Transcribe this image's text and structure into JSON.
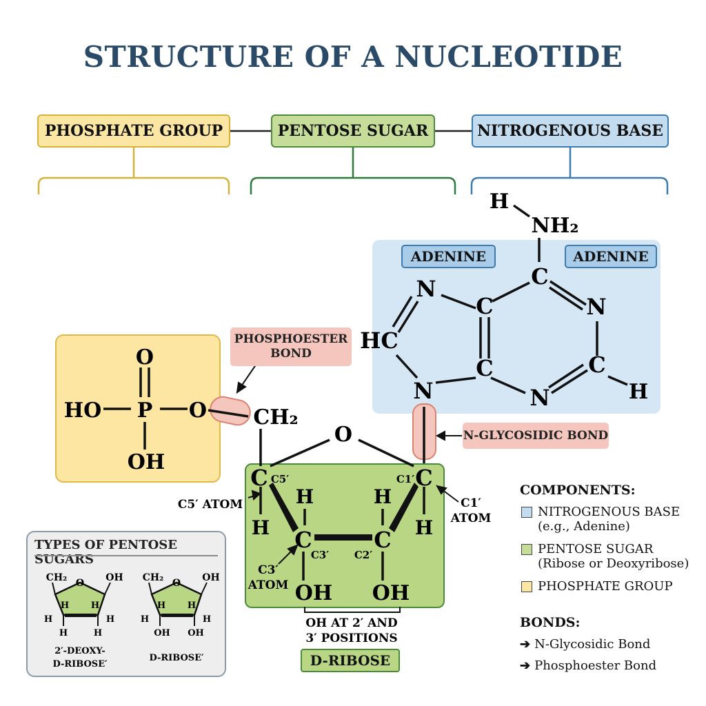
{
  "title": "STRUCTURE OF A NUCLEOTIDE",
  "headers": {
    "phosphate": "PHOSPHATE GROUP",
    "sugar": "PENTOSE SUGAR",
    "base": "NITROGENOUS BASE"
  },
  "tags": {
    "phosphoester_line1": "PHOSPHOESTER",
    "phosphoester_line2": "BOND",
    "glycosidic": "N-GLYCOSIDIC BOND",
    "adenine_left": "ADENINE",
    "adenine_right": "ADENINE",
    "dribose": "D-RIBOSE"
  },
  "atoms": {
    "phosphate": {
      "o_top": "O",
      "ho": "HO",
      "p": "P",
      "o_right": "O",
      "oh": "OH"
    },
    "sugar": {
      "ch2": "CH₂",
      "ring_o": "O",
      "c5": "C",
      "c5_sub": "C5′",
      "c1": "C",
      "c1_sub": "C1′",
      "h": "H",
      "c3": "C",
      "c3_sub": "C3′",
      "c2": "C",
      "c2_sub": "C2′",
      "oh": "OH"
    },
    "base": {
      "h_amino": "H",
      "nh2": "NH₂",
      "c": "C",
      "n": "N",
      "hc": "HC",
      "h": "H"
    }
  },
  "annotations": {
    "c5_atom": "C5′ ATOM",
    "c1_atom_line1": "C1′",
    "c1_atom_line2": "ATOM",
    "c3_atom_line1": "C3′",
    "c3_atom_line2": "ATOM",
    "oh_positions_line1": "OH AT 2′ AND",
    "oh_positions_line2": "3′ POSITIONS"
  },
  "types_panel": {
    "title": "TYPES OF PENTOSE SUGARS",
    "ch2": "CH₂",
    "oh": "OH",
    "o": "O",
    "h": "H",
    "deoxy_line1": "2′-DEOXY-",
    "deoxy_line2": "D-RIBOSE′",
    "ribose": "D-RIBOSE′"
  },
  "legend": {
    "components_title": "COMPONENTS:",
    "items": [
      {
        "label": "NITROGENOUS BASE",
        "sub": "(e.g., Adenine)",
        "color": "#c4dcef"
      },
      {
        "label": "PENTOSE SUGAR",
        "sub": "(Ribose or Deoxyribose)",
        "color": "#c6dd99"
      },
      {
        "label": "PHOSPHATE GROUP",
        "sub": "",
        "color": "#fbe7a3"
      }
    ],
    "bonds_title": "BONDS:",
    "bonds": [
      "N-Glycosidic Bond",
      "Phosphoester Bond"
    ]
  },
  "colors": {
    "title": "#2a4a68",
    "phosphate_fill": "#fde6a2",
    "sugar_fill": "#b9d684",
    "base_fill": "#d5e7f5",
    "bond_highlight": "#f4c6bd"
  }
}
